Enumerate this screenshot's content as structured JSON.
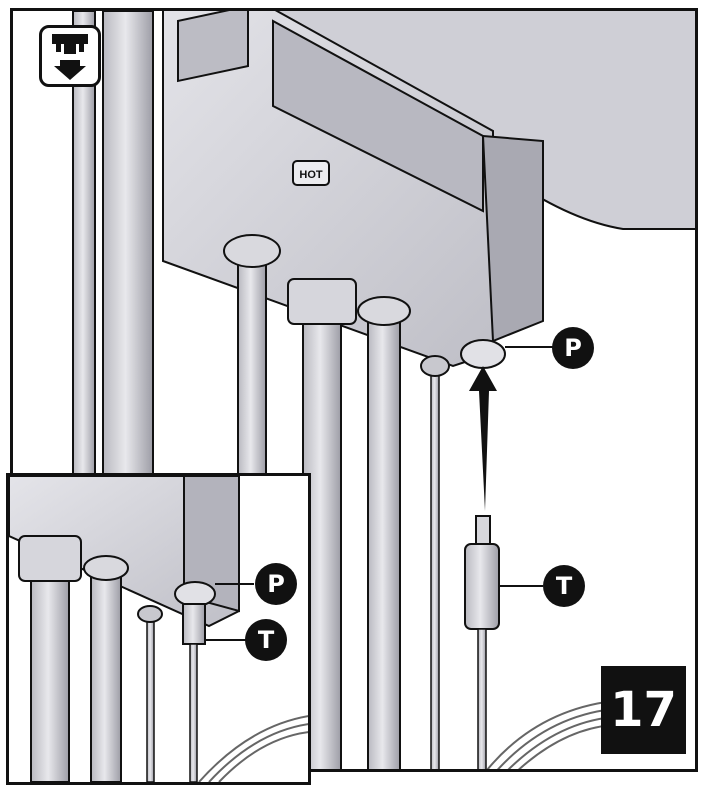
{
  "callouts": {
    "main_p": "P",
    "main_t": "T",
    "inset_p": "P",
    "inset_t": "T"
  },
  "step_number": "17",
  "device": {
    "hot_label": "HOT"
  },
  "icons": {
    "mode": "mount-down-icon"
  },
  "colors": {
    "outline": "#111111",
    "body_gray": "#d8d8de",
    "pipe_gray": "#c9c9cf",
    "dark_gray": "#8e8e96"
  }
}
